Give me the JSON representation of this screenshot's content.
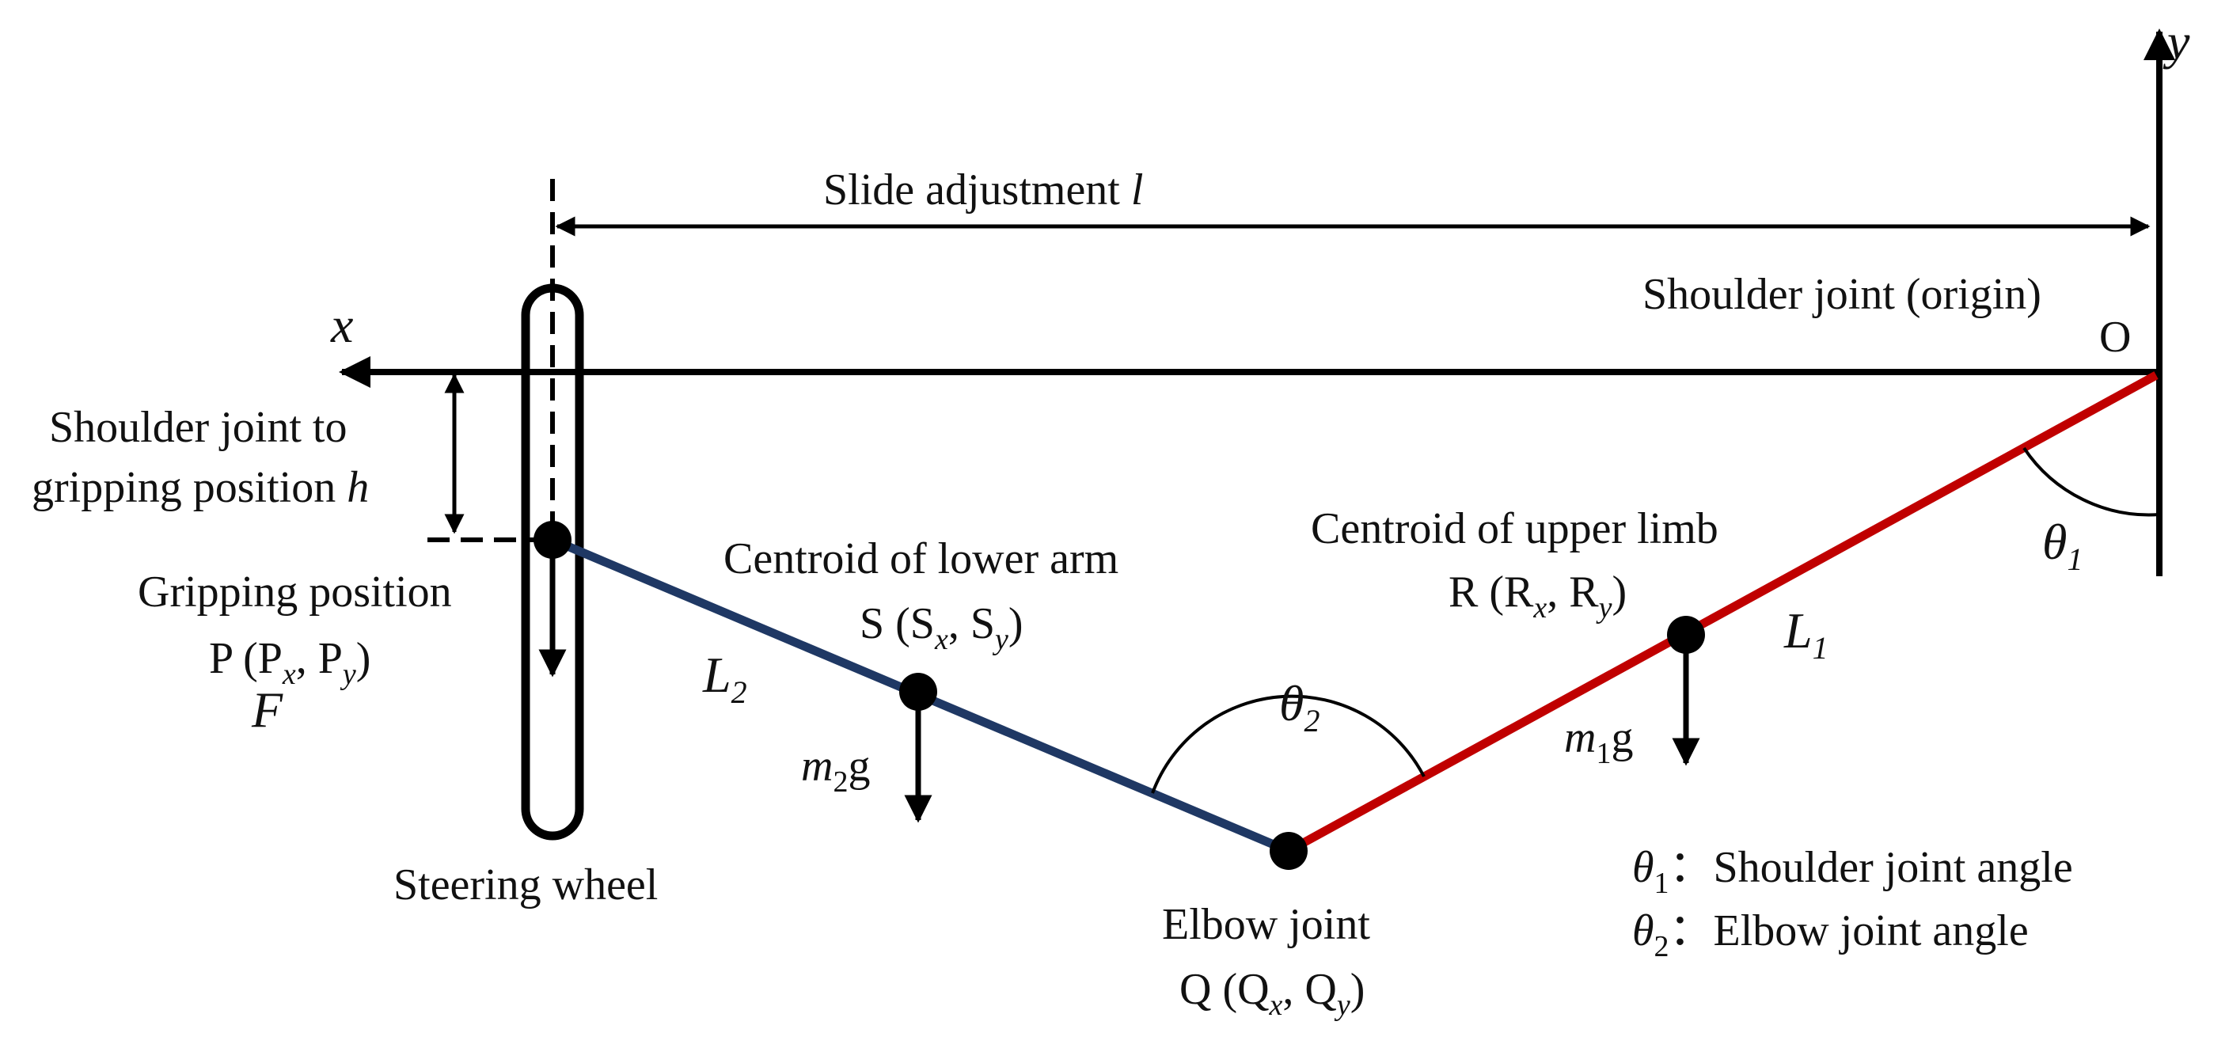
{
  "labels": {
    "axis_x": "x",
    "axis_y": "y",
    "slide_prefix": "Slide adjustment ",
    "slide_var": "l",
    "shoulder_origin": "Shoulder joint (origin)",
    "origin": "O",
    "height_line1": "Shoulder joint to",
    "height_line2_prefix": "gripping position ",
    "height_var": "h",
    "gripping_position": "Gripping position",
    "point_p": "P (P",
    "p_x": "x",
    "p_sep": ", P",
    "p_y": "y",
    "p_close": ")",
    "force": "F",
    "steering_wheel": "Steering wheel",
    "lower_arm_centroid": "Centroid of lower arm",
    "point_s": "S (S",
    "s_x": "x",
    "s_sep": ", S",
    "s_y": "y",
    "s_close": ")",
    "link2": "L",
    "link2_sub": "2",
    "mass2": "m",
    "mass2_sub": "2",
    "mass2_g": "g",
    "elbow_joint": "Elbow joint",
    "point_q": "Q (Q",
    "q_x": "x",
    "q_sep": ", Q",
    "q_y": "y",
    "q_close": ")",
    "theta2": "θ",
    "theta2_sub": "2",
    "upper_limb_centroid": "Centroid of upper limb",
    "point_r": "R (R",
    "r_x": "x",
    "r_sep": ", R",
    "r_y": "y",
    "r_close": ")",
    "link1": "L",
    "link1_sub": "1",
    "mass1": "m",
    "mass1_sub": "1",
    "mass1_g": "g",
    "theta1": "θ",
    "theta1_sub": "1",
    "legend_theta": "θ",
    "legend1_sub": "1",
    "legend1_text": "：Shoulder  joint angle",
    "legend2_sub": "2",
    "legend2_text": "：Elbow  joint angle"
  },
  "colors": {
    "upper_arm": "#c00000",
    "lower_arm": "#1f3864",
    "ink": "#000000"
  }
}
